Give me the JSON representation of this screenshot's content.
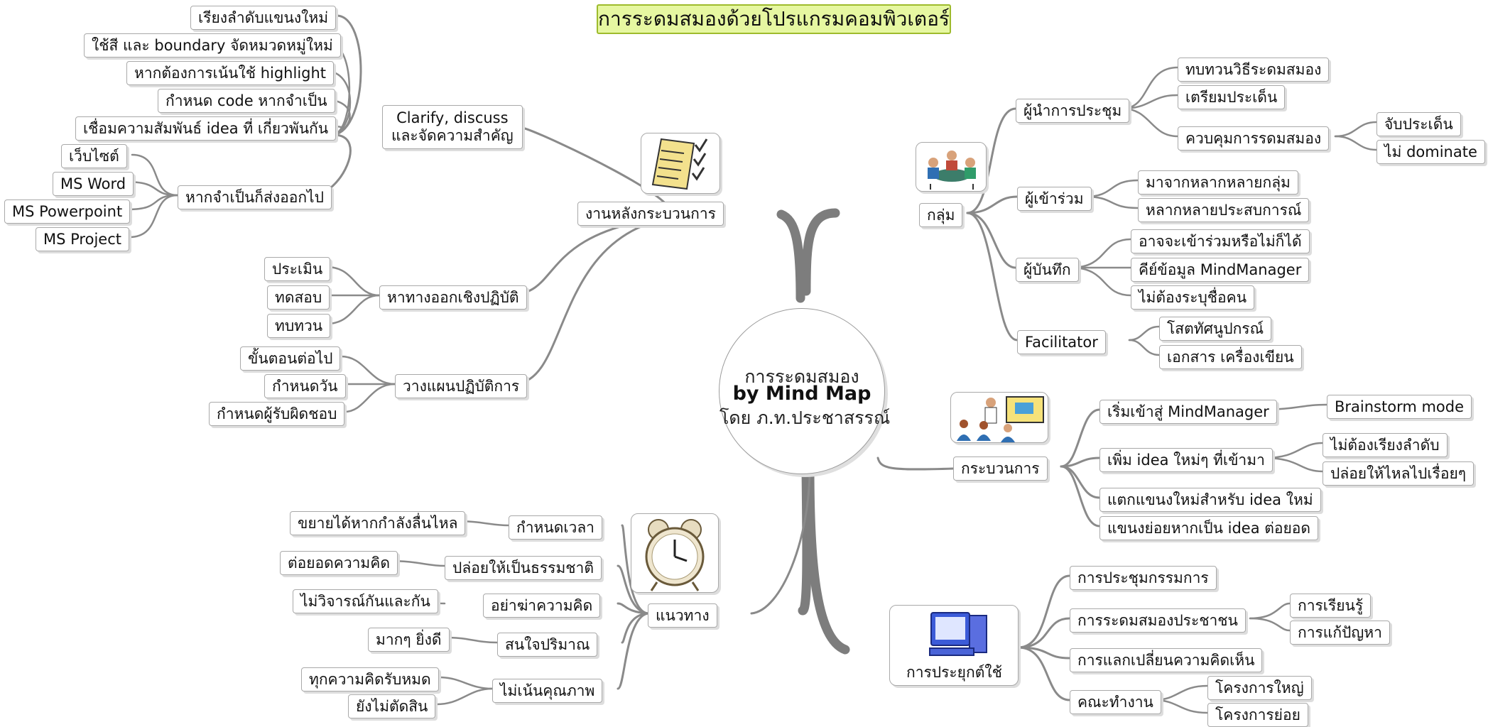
{
  "title": "การระดมสมองด้วยโปรแกรมคอมพิวเตอร์",
  "center": {
    "line1": "การระดมสมอง",
    "line2": "by Mind Map",
    "line3": "โดย ภ.ท.ประชาสรรณ์"
  },
  "branches": {
    "after": {
      "label": "งานหลังกระบวนการ",
      "icon": "checklist-note-icon",
      "clarify": {
        "line1": "Clarify,  discuss",
        "line2": "และจัดความสำคัญ",
        "items": [
          "เรียงลำดับแขนงใหม่",
          "ใช้สี และ boundary จัดหมวดหมู่ใหม่",
          "หากต้องการเน้นใช้ highlight",
          "กำหนด code หากจำเป็น",
          "เชื่อมความสัมพันธ์ idea ที่ เกี่ยวพันกัน"
        ]
      },
      "export": {
        "label": "หากจำเป็นก็ส่งออกไป",
        "items": [
          "เว็บไซต์",
          "MS Word",
          "MS Powerpoint",
          "MS Project"
        ]
      },
      "action": {
        "label": "หาทางออกเชิงปฏิบัติ",
        "items": [
          "ประเมิน",
          "ทดสอบ",
          "ทบทวน"
        ]
      },
      "plan": {
        "label": "วางแผนปฏิบัติการ",
        "items": [
          "ขั้นตอนต่อไป",
          "กำหนดวัน",
          "กำหนดผู้รับผิดชอบ"
        ]
      }
    },
    "guide": {
      "label": "แนวทาง",
      "icon": "alarm-clock-icon",
      "items": [
        {
          "label": "กำหนดเวลา",
          "subs": [
            "ขยายได้หากกำลังลื่นไหล"
          ]
        },
        {
          "label": "ปล่อยให้เป็นธรรมชาติ",
          "subs": [
            "ต่อยอดความคิด"
          ]
        },
        {
          "label": "อย่าฆ่าความคิด",
          "subs": [
            "ไม่วิจารณ์กันและกัน"
          ]
        },
        {
          "label": "สนใจปริมาณ",
          "subs": [
            "มากๆ ยิ่งดี"
          ]
        },
        {
          "label": "ไม่เน้นคุณภาพ",
          "subs": [
            "ทุกความคิดรับหมด",
            "ยังไม่ตัดสิน"
          ]
        }
      ]
    },
    "group": {
      "label": "กลุ่ม",
      "icon": "meeting-group-icon",
      "items": [
        {
          "label": "ผู้นำการประชุม",
          "subs": [
            "ทบทวนวิธีระดมสมอง",
            "เตรียมประเด็น",
            "ควบคุมการรดมสมอง"
          ],
          "subsubs": [
            "จับประเด็น",
            "ไม่ dominate"
          ]
        },
        {
          "label": "ผู้เข้าร่วม",
          "subs": [
            "มาจากหลากหลายกลุ่ม",
            "หลากหลายประสบการณ์"
          ]
        },
        {
          "label": "ผู้บันทึก",
          "subs": [
            "อาจจะเข้าร่วมหรือไม่ก็ได้",
            "คีย์ข้อมูล MindManager",
            "ไม่ต้องระบุชื่อคน"
          ]
        },
        {
          "label": "Facilitator",
          "subs": [
            "โสตทัศนูปกรณ์",
            "เอกสาร เครื่องเขียน"
          ]
        }
      ]
    },
    "process": {
      "label": "กระบวนการ",
      "icon": "presenter-audience-icon",
      "items": [
        {
          "label": "เริ่มเข้าสู่ MindManager",
          "subs": [
            "Brainstorm mode"
          ]
        },
        {
          "label": "เพิ่ม idea ใหม่ๆ ที่เข้ามา",
          "subs": [
            "ไม่ต้องเรียงลำดับ",
            "ปล่อยให้ไหลไปเรื่อยๆ"
          ]
        },
        {
          "label": "แตกแขนงใหม่สำหรับ idea ใหม่",
          "subs": []
        },
        {
          "label": "แขนงย่อยหากเป็น idea ต่อยอด",
          "subs": []
        }
      ]
    },
    "apply": {
      "label": "การประยุกต์ใช้",
      "icon": "computer-icon",
      "items": [
        {
          "label": "การประชุมกรรมการ",
          "subs": []
        },
        {
          "label": "การระดมสมองประชาชน",
          "subs": [
            "การเรียนรู้",
            "การแก้ปัญหา"
          ]
        },
        {
          "label": "การแลกเปลี่ยนความคิดเห็น",
          "subs": []
        },
        {
          "label": "คณะทำงาน",
          "subs": [
            "โครงการใหญ่",
            "โครงการย่อย"
          ]
        }
      ]
    }
  }
}
